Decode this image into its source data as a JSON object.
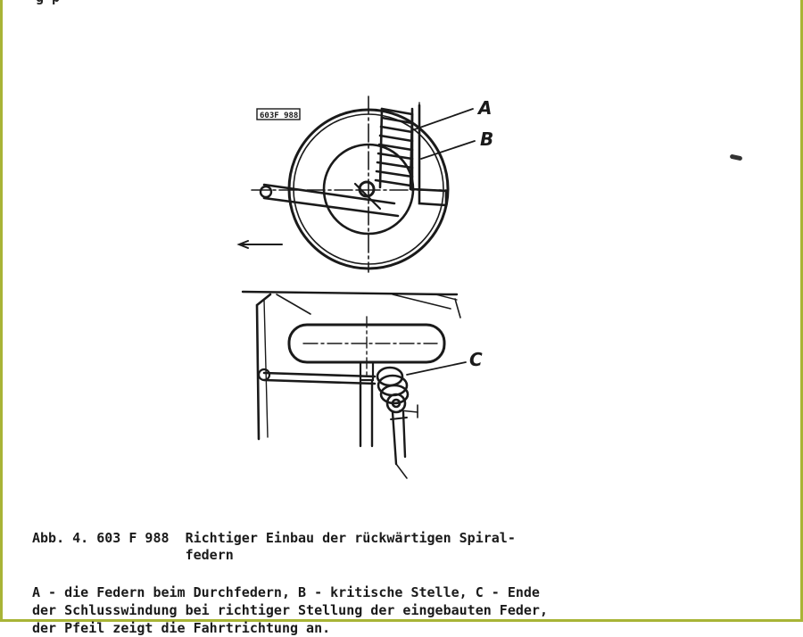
{
  "header": {
    "cut_off_line": "                     g   p"
  },
  "figure": {
    "stamp": "603F 988",
    "label_a": "A",
    "label_b": "B",
    "label_c": "C"
  },
  "caption": {
    "line1": "Abb. 4. 603 F 988  Richtiger Einbau der rückwärtigen Spiral-",
    "line2": "                   federn"
  },
  "legend": {
    "line1": "A - die Federn beim Durchfedern, B - kritische Stelle, C - Ende",
    "line2": "der Schlusswindung bei richtiger Stellung der eingebauten Feder,",
    "line3": "der Pfeil zeigt die Fahrtrichtung an."
  }
}
